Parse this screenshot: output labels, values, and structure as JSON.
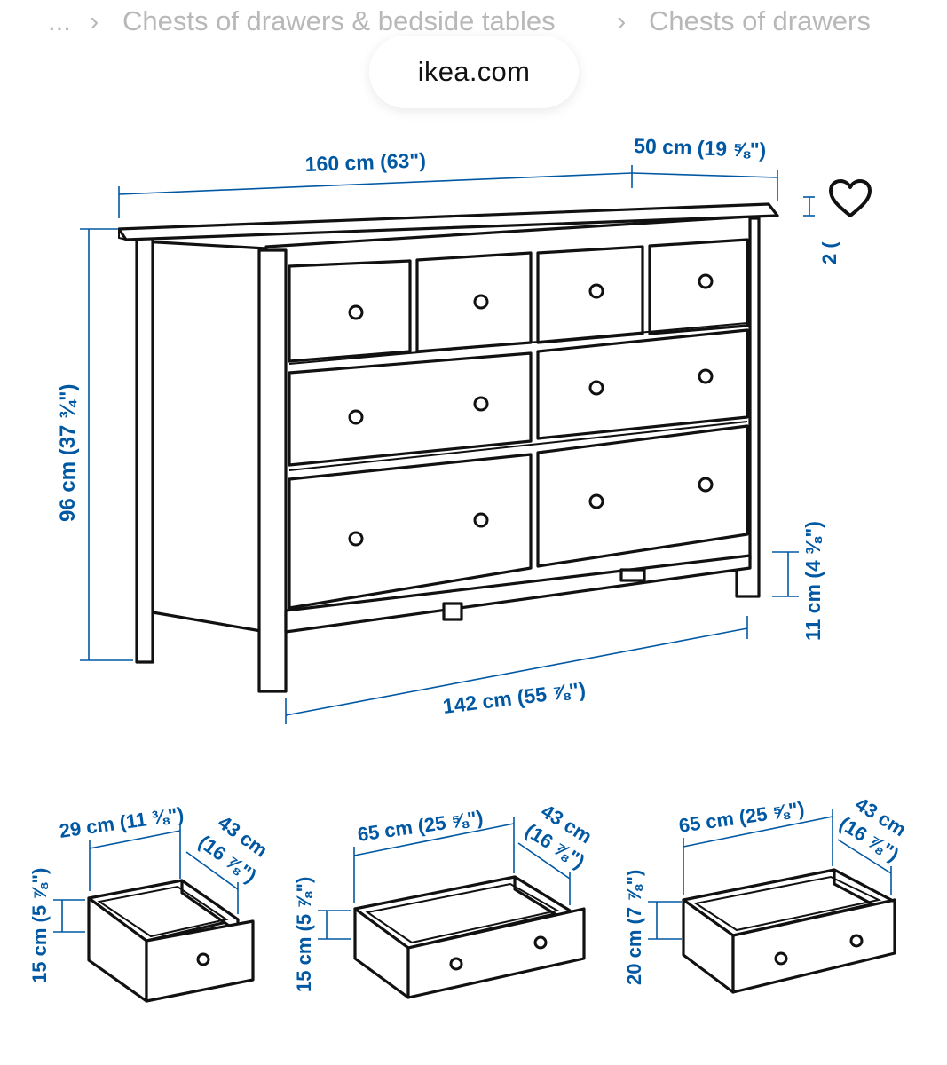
{
  "breadcrumb": {
    "ellipsis": "...",
    "separator": "›",
    "item_1": "Chests of drawers & bedside tables",
    "item_2": "Chests of drawers"
  },
  "address_bar": {
    "domain": "ikea.com"
  },
  "favourite": {
    "icon": "heart-icon"
  },
  "colors": {
    "dimension_blue": "#0058a3",
    "line_ink": "#111111",
    "breadcrumb_grey": "#b8b8b8"
  },
  "dimensions": {
    "width_total": "160 cm (63\")",
    "depth": "50 cm (19 ⅝\")",
    "height": "96 cm (37 ¾\")",
    "inner_width": "142 cm (55 ⅞\")",
    "leg_clearance": "11 cm (4 ⅜\")",
    "cut_off_label": "2 (",
    "drawer_small": {
      "width": "29 cm (11 ⅜\")",
      "depth_cm": "43 cm",
      "depth_in": "(16 ⅞\")",
      "height": "15 cm (5 ⅞\")"
    },
    "drawer_medium": {
      "width": "65 cm (25 ⅝\")",
      "depth_cm": "43 cm",
      "depth_in": "(16 ⅞\")",
      "height": "15 cm (5 ⅞\")"
    },
    "drawer_large": {
      "width": "65 cm (25 ⅝\")",
      "depth_cm": "43 cm",
      "depth_in": "(16 ⅞\")",
      "height": "20 cm (7 ⅞\")"
    }
  }
}
